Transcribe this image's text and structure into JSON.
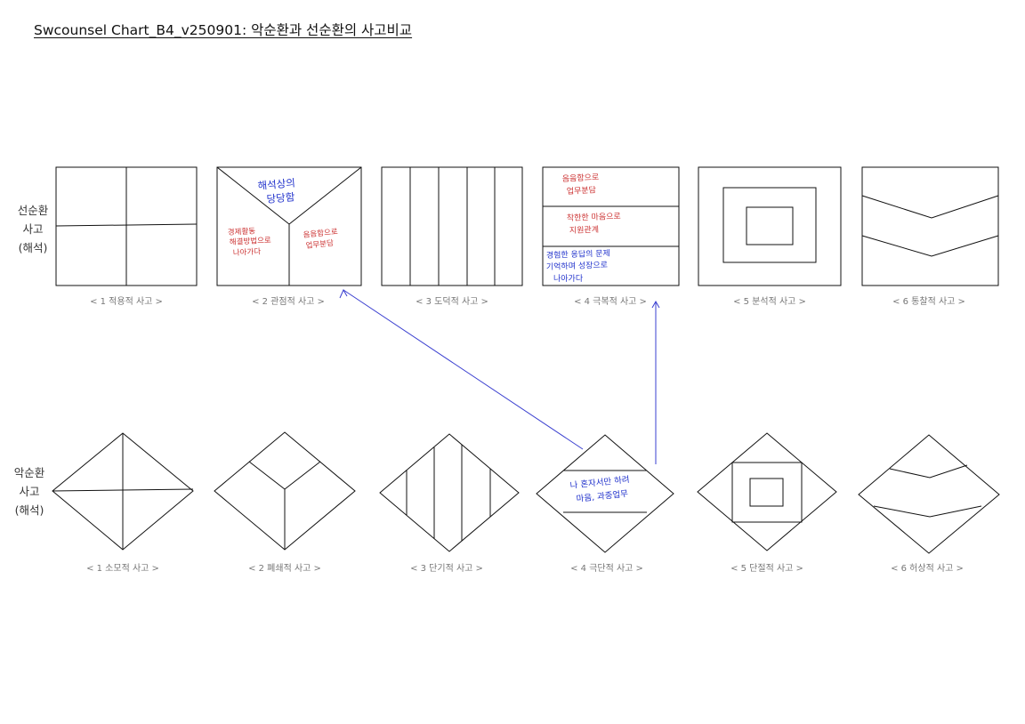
{
  "title": "Swcounsel Chart_B4_v250901: 악순환과 선순환의 사고비교",
  "rows": {
    "top": {
      "label_lines": [
        "선순환",
        "사고",
        "(해석)"
      ]
    },
    "bottom": {
      "label_lines": [
        "악순환",
        "사고",
        "(해석)"
      ]
    }
  },
  "top_captions": [
    "< 1 적용적 사고 >",
    "< 2 관점적 사고 >",
    "< 3 도덕적 사고 >",
    "< 4 극복적 사고 >",
    "< 5 분석적 사고 >",
    "< 6 통찰적 사고 >"
  ],
  "bottom_captions": [
    "< 1 소모적 사고 >",
    "< 2 폐쇄적 사고 >",
    "< 3 단기적 사고 >",
    "< 4 극단적 사고 >",
    "< 5 단절적 사고 >",
    "< 6 허상적 사고 >"
  ],
  "handwriting": {
    "perspective_top": [
      "해석상의",
      "당당함"
    ],
    "perspective_left": [
      "경제활동",
      "해결방법으로",
      "나아가다"
    ],
    "perspective_right": [
      "음음함으로",
      "업무분담"
    ],
    "overcome_1": [
      "음음함으로",
      "업무분담"
    ],
    "overcome_2": [
      "착한한 마음으로",
      "지원관계"
    ],
    "overcome_3": [
      "경험한 응답의 문제",
      "기억하며 성장으로",
      "나아가다"
    ],
    "extreme": [
      "나 혼자서만 하려",
      "마음, 과중업무"
    ]
  },
  "colors": {
    "line": "#111111",
    "connector": "#3a3fd0",
    "handwriting_blue": "#2233cc",
    "handwriting_red": "#cc3333",
    "caption": "#777777"
  }
}
